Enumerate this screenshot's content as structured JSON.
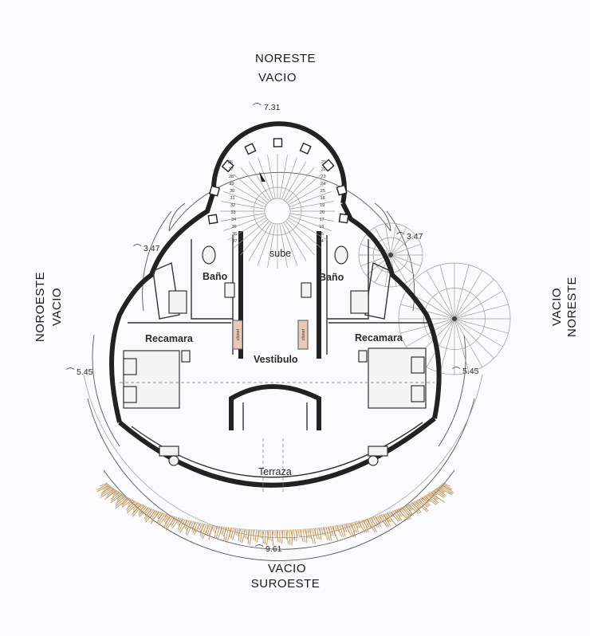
{
  "orientation": {
    "top_line1": "NORESTE",
    "top_line2": "VACIO",
    "left_line1": "NOROESTE",
    "left_line2": "VACIO",
    "right_line1": "VACIO",
    "right_line2": "NORESTE",
    "bottom_line1": "VACIO",
    "bottom_line2": "SUROESTE"
  },
  "rooms": {
    "stair": "sube",
    "bath_left": "Baño",
    "bath_right": "Baño",
    "bedroom_left": "Recamara",
    "bedroom_right": "Recamara",
    "hall": "Vestibulo",
    "terrace": "Terraza",
    "closet_left": "closet",
    "closet_right": "closet"
  },
  "dimensions": {
    "top": "7.31",
    "upper_left": "3.47",
    "upper_right": "3.47",
    "mid_left": "5.45",
    "mid_right": "5.45",
    "bottom": "9.61"
  },
  "stair_steps_left": [
    "26",
    "27",
    "28",
    "29",
    "30",
    "31",
    "32",
    "33",
    "34",
    "35",
    "36",
    "37"
  ],
  "stair_steps_right": [
    "21",
    "22",
    "23",
    "24",
    "25",
    "18",
    "19",
    "20",
    "17",
    "16",
    "15",
    "14"
  ],
  "colors": {
    "line": "#222222",
    "closet": "#e8c9b8",
    "vegetation": "#c9a26a",
    "paper": "#fbfbfd"
  }
}
